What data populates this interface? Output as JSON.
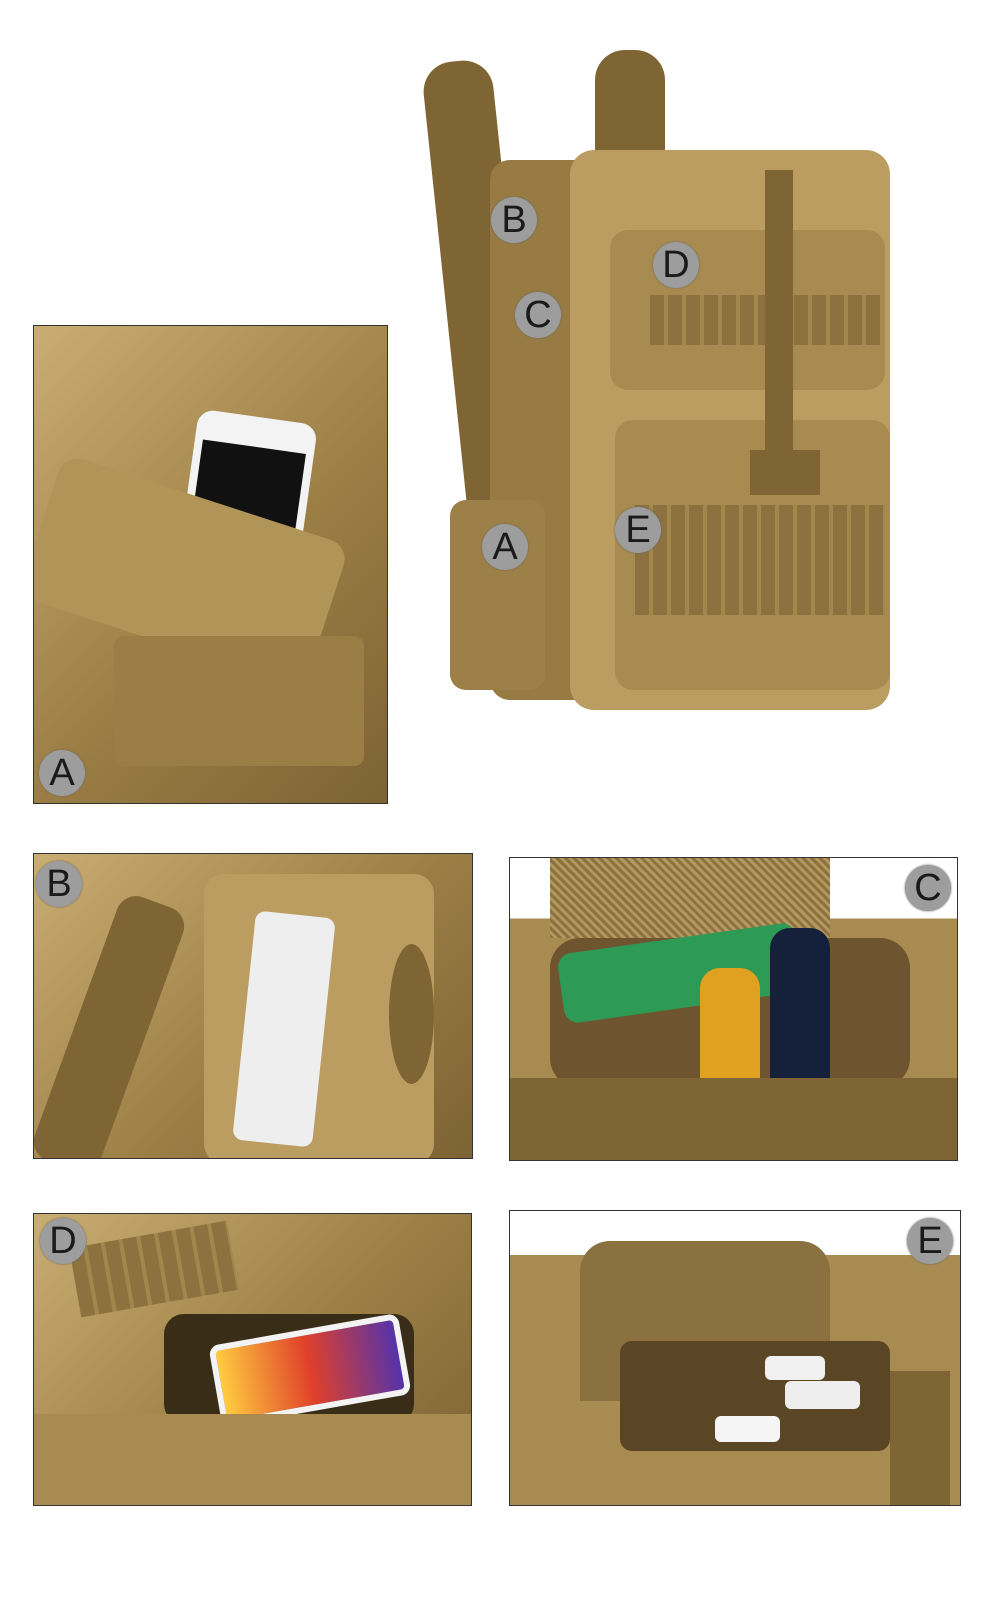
{
  "main_labels": {
    "a": "A",
    "b": "B",
    "c": "C",
    "d": "D",
    "e": "E"
  },
  "panels": {
    "a": {
      "label": "A"
    },
    "b": {
      "label": "B"
    },
    "c": {
      "label": "C"
    },
    "d": {
      "label": "D"
    },
    "e": {
      "label": "E"
    }
  },
  "colors": {
    "fabric": "#a88b50",
    "badge": "#9d9d9d"
  }
}
